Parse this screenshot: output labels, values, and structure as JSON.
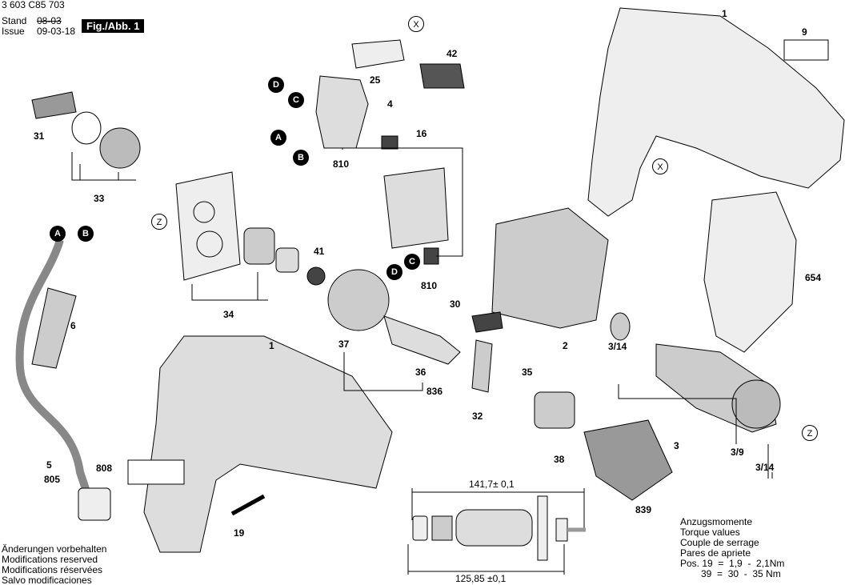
{
  "header": {
    "doc_number": "3 603 C85 703",
    "stand_label": "Stand",
    "issue_label": "Issue",
    "old_date": "08-03",
    "issue_date": "09-03-18",
    "figure": "Fig./Abb. 1"
  },
  "labels": {
    "p1a": "1",
    "p9": "9",
    "p25": "25",
    "p42": "42",
    "p4": "4",
    "p31": "31",
    "p33": "33",
    "p34": "34",
    "p41": "41",
    "p6": "6",
    "p5": "5",
    "p805": "805",
    "p16": "16",
    "p810a": "810",
    "p810b": "810",
    "p30": "30",
    "p35": "35",
    "p32": "32",
    "p36": "36",
    "p836": "836",
    "p37": "37",
    "p1b": "1",
    "p808": "808",
    "p19": "19",
    "p2": "2",
    "p654": "654",
    "p314a": "3/14",
    "p3": "3",
    "p39": "3/9",
    "p314b": "3/14",
    "p38": "38",
    "p839": "839"
  },
  "markers": {
    "X": "X",
    "Z": "Z",
    "A": "A",
    "B": "B",
    "C": "C",
    "D": "D"
  },
  "dimensions": {
    "overall": "141,7± 0,1",
    "inner": "125,85 ±0,1"
  },
  "notes_left": [
    "Änderungen vorbehalten",
    "Modifications reserved",
    "Modifications réservées",
    "Salvo modificaciones"
  ],
  "torque": {
    "lines": [
      "Anzugsmomente",
      "Torque values",
      "Couple de serrage",
      "Pares de apriete"
    ],
    "pos19": "Pos. 19  =  1,9  -  2,1Nm",
    "pos39": "39  =  30  -  35 Nm"
  }
}
